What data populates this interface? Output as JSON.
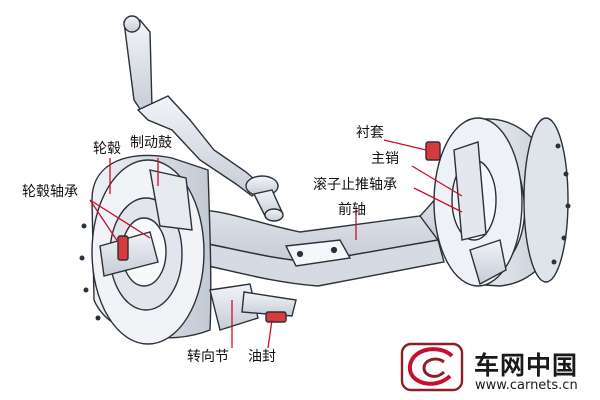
{
  "labels": {
    "wheel_hub": "轮毂",
    "brake_drum": "制动鼓",
    "hub_bearing": "轮毂轴承",
    "bushing": "衬套",
    "kingpin": "主销",
    "roller_thrust_bearing": "滚子止推轴承",
    "front_axle": "前轴",
    "steering_knuckle": "转向节",
    "oil_seal": "油封"
  },
  "watermark": {
    "brand_cn": "车网中国",
    "url": "www.carnets.cn"
  },
  "colors": {
    "part_fill": "#e8ecf2",
    "part_shadow": "#c9d0da",
    "outline": "#2b3138",
    "leader_line": "#c8102e",
    "highlight": "#d63a3a"
  }
}
